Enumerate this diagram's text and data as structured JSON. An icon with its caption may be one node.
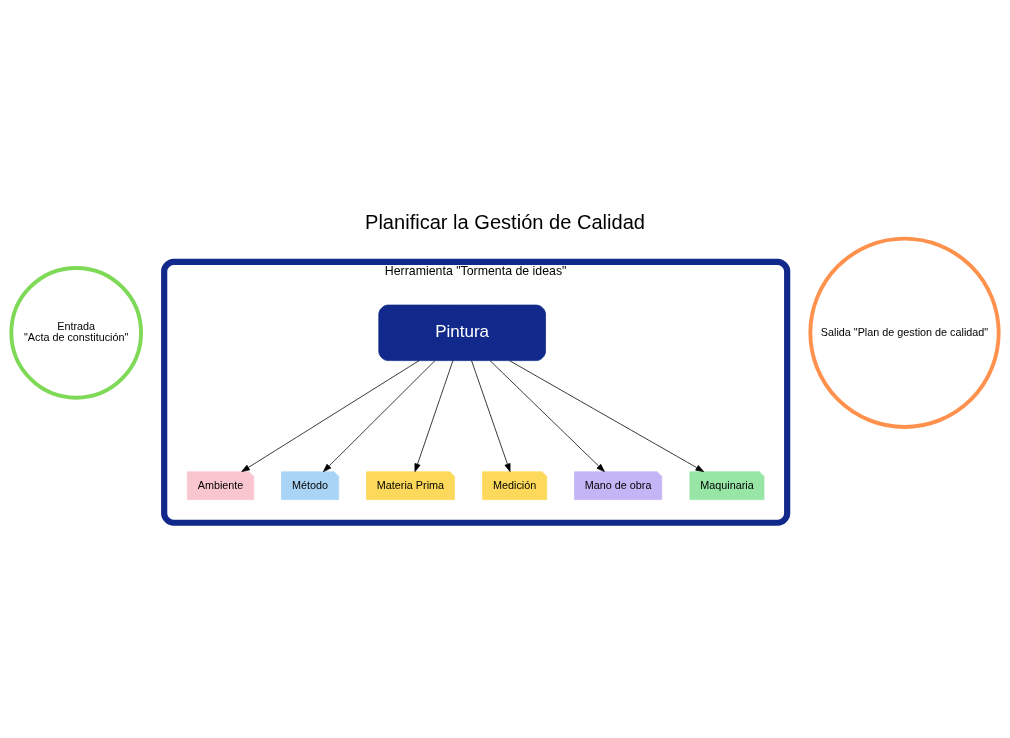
{
  "diagram": {
    "title": "Planificar la Gestión de Calidad",
    "nodes": [
      {
        "text": [
          "Entrada",
          "\"Acta de constitución\""
        ]
      },
      {
        "text": [
          "Herramienta \"Tormenta de ideas\""
        ]
      },
      {
        "text": [
          "Pintura"
        ],
        "in": 1
      },
      {
        "text": [
          "Ambiente"
        ],
        "in": 1
      },
      {
        "text": [
          "Método"
        ],
        "in": 1
      },
      {
        "text": [
          "Materia Prima"
        ],
        "in": 1
      },
      {
        "text": [
          "Medición"
        ],
        "in": 1
      },
      {
        "text": [
          "Mano de obra"
        ],
        "in": 1
      },
      {
        "text": [
          "Maquinaria"
        ],
        "in": 1
      },
      {
        "text": [
          "Salida \"Plan de gestion de calidad\""
        ]
      }
    ],
    "edges": [
      {
        "from": 2,
        "to": 3,
        "arrow": "to"
      },
      {
        "from": 2,
        "to": 4,
        "arrow": "to"
      },
      {
        "from": 2,
        "to": 5,
        "arrow": "to"
      },
      {
        "from": 2,
        "to": 6,
        "arrow": "to"
      },
      {
        "from": 2,
        "to": 7,
        "arrow": "to"
      },
      {
        "from": 2,
        "to": 8,
        "arrow": "to"
      }
    ]
  }
}
